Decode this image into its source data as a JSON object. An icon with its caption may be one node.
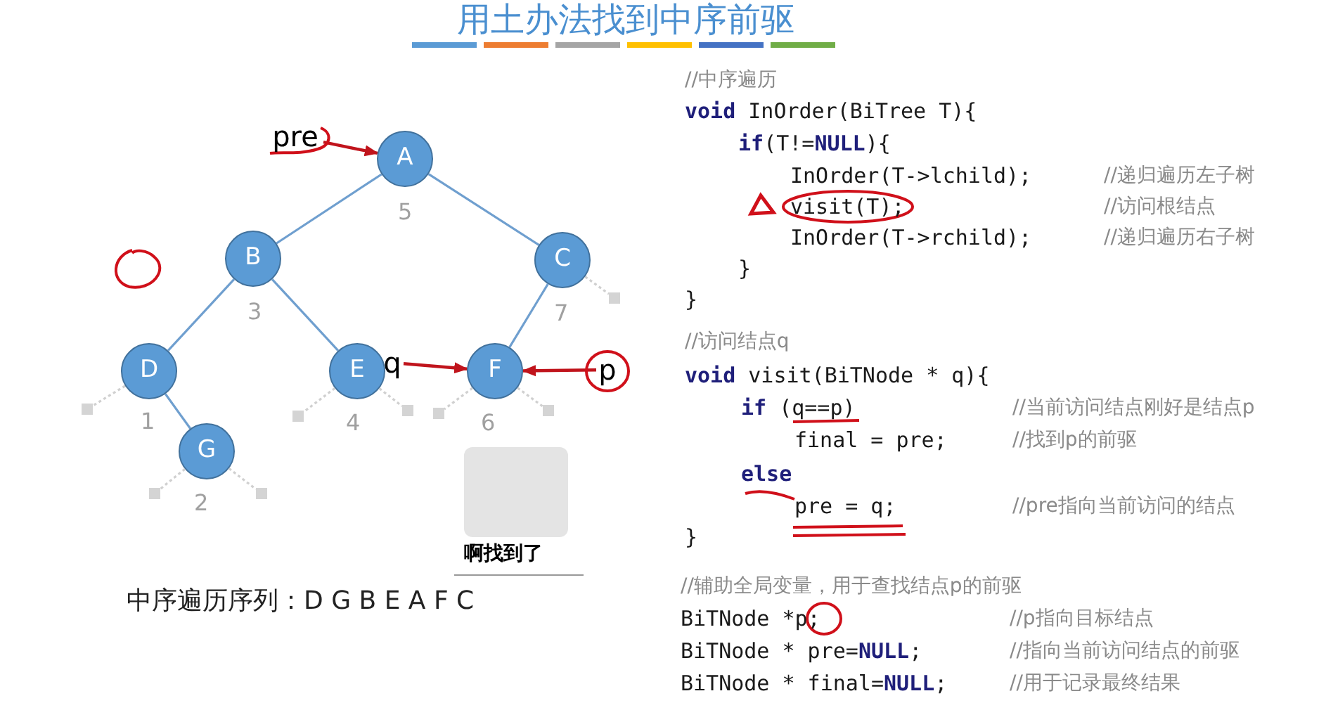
{
  "diagram": {
    "title": "用土办法找到中序前驱",
    "nodes": [
      {
        "text": [
          "A"
        ],
        "beside": [
          "5"
        ]
      },
      {
        "text": [
          "B"
        ],
        "beside": [
          "3"
        ]
      },
      {
        "text": [
          "C"
        ],
        "beside": [
          "7"
        ]
      },
      {
        "text": [
          "D"
        ],
        "beside": [
          "1"
        ]
      },
      {
        "text": [
          "E"
        ],
        "beside": [
          "4"
        ]
      },
      {
        "text": [
          "F"
        ],
        "beside": [
          "6"
        ]
      },
      {
        "text": [
          "G"
        ],
        "beside": [
          "2"
        ]
      },
      {
        "text": [
          "pre"
        ]
      },
      {
        "text": [
          "q"
        ]
      },
      {
        "text": [
          "p"
        ]
      },
      {
        "text": [],
        "shape": "box"
      },
      {
        "text": [],
        "shape": "box"
      },
      {
        "text": [],
        "shape": "box"
      },
      {
        "text": [],
        "shape": "box"
      },
      {
        "text": [],
        "shape": "box"
      },
      {
        "text": [],
        "shape": "box"
      },
      {
        "text": [],
        "shape": "box"
      },
      {
        "text": [],
        "shape": "box"
      }
    ],
    "edges": [
      {
        "from": 0,
        "to": 1,
        "arrow": "none",
        "color": "#6f9fcf"
      },
      {
        "from": 0,
        "to": 2,
        "arrow": "none",
        "color": "#6f9fcf"
      },
      {
        "from": 1,
        "to": 3,
        "arrow": "none",
        "color": "#6f9fcf"
      },
      {
        "from": 1,
        "to": 4,
        "arrow": "none",
        "color": "#6f9fcf"
      },
      {
        "from": 2,
        "to": 5,
        "arrow": "none",
        "color": "#6f9fcf"
      },
      {
        "from": 3,
        "to": 6,
        "arrow": "none",
        "color": "#6f9fcf"
      },
      {
        "from": 3,
        "to": 10,
        "arrow": "none",
        "style": "dashed"
      },
      {
        "from": 6,
        "to": 11,
        "arrow": "none",
        "style": "dashed"
      },
      {
        "from": 6,
        "to": 12,
        "arrow": "none",
        "style": "dashed"
      },
      {
        "from": 4,
        "to": 13,
        "arrow": "none",
        "style": "dashed"
      },
      {
        "from": 4,
        "to": 14,
        "arrow": "none",
        "style": "dashed"
      },
      {
        "from": 5,
        "to": 15,
        "arrow": "none",
        "style": "dashed"
      },
      {
        "from": 5,
        "to": 16,
        "arrow": "none",
        "style": "dashed"
      },
      {
        "from": 2,
        "to": 17,
        "arrow": "none",
        "style": "dashed"
      },
      {
        "from": 7,
        "to": 0,
        "arrow": "to",
        "color": "#c0141c"
      },
      {
        "from": 8,
        "to": 5,
        "arrow": "to",
        "color": "#c0141c"
      },
      {
        "from": 9,
        "to": 5,
        "arrow": "to",
        "color": "#c0141c"
      }
    ],
    "labels": [
      "//中序遍历",
      "**void** InOrder(BiTree T){",
      "**if**(T!=**NULL**){",
      "InOrder(T->lchild);",
      "//递归遍历左子树",
      "visit(T);",
      "//访问根结点",
      "InOrder(T->rchild);",
      "//递归遍历右子树",
      "}",
      "}",
      "//访问结点q",
      "**void** visit(BiTNode * q){",
      "**if** (q==p)",
      "//当前访问结点刚好是结点p",
      "final = pre;",
      "//找到p的前驱",
      "**else**",
      "pre = q;",
      "//pre指向当前访问的结点",
      "}",
      "//辅助全局变量，用于查找结点p的前驱",
      "BiTNode *p;",
      "//p指向目标结点",
      "BiTNode * pre=**NULL**;",
      "//指向当前访问结点的前驱",
      "BiTNode * final=**NULL**;",
      "//用于记录最终结果",
      "啊找到了",
      "中序遍历序列：D G B E A F C"
    ]
  }
}
